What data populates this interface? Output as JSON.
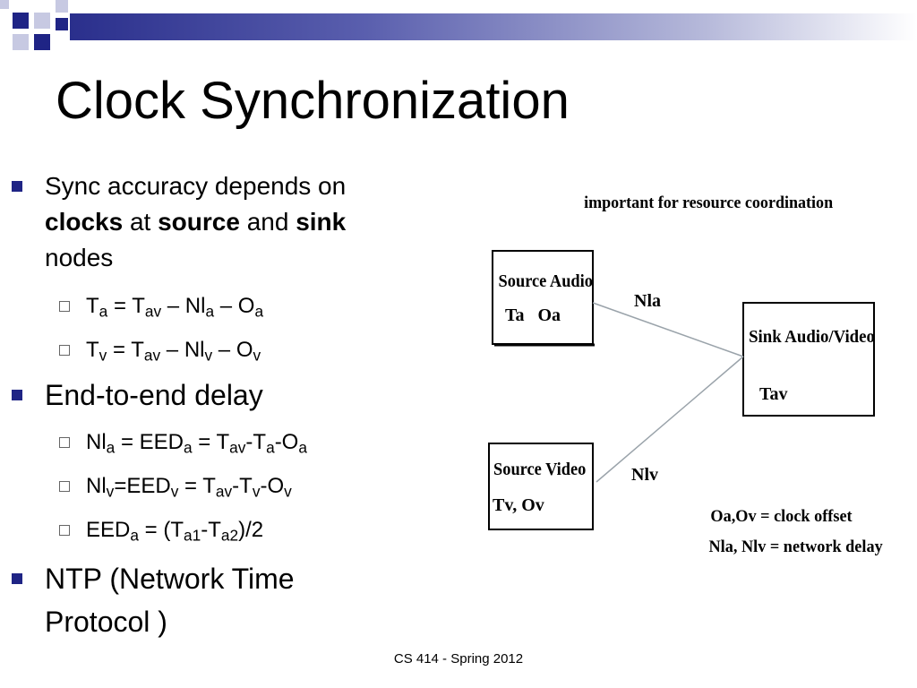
{
  "title": "Clock Synchronization",
  "bullets": {
    "b1": {
      "line1": "Sync accuracy depends on",
      "line2_clocks": "clocks",
      "line2_at": " at ",
      "line2_source": "source",
      "line2_and": " and ",
      "line2_sink": "sink",
      "line3": "nodes"
    },
    "s1": {
      "t": "T",
      "a": "a",
      "eq": " = T",
      "av": "av",
      "dash1": " – Nl",
      "a2": "a",
      "dash2": " – O",
      "a3": "a"
    },
    "s2": {
      "t": "T",
      "v": "v",
      "eq": " = T",
      "av": "av",
      "dash1": " – Nl",
      "v2": "v",
      "dash2": " – O",
      "v3": "v"
    },
    "b2": "End-to-end delay",
    "s3": {
      "nl": "Nl",
      "a": "a",
      "eq": " = EED",
      "a2": "a",
      "eq2": " = T",
      "av": "av",
      "m1": "-T",
      "a3": "a",
      "m2": "-O",
      "a4": "a"
    },
    "s4": {
      "nl": "Nl",
      "v": "v",
      "eq": "=EED",
      "v2": "v",
      "eq2": " = T",
      "av": "av",
      "m1": "-T",
      "v3": "v",
      "m2": "-O",
      "v4": "v"
    },
    "s5": {
      "eed": "EED",
      "a": "a",
      "eq": " = (T",
      "a1": "a1",
      "m": "-T",
      "a2": "a2",
      "end": ")/2"
    },
    "b3_line1": "NTP (Network Time",
    "b3_line2": "Protocol )"
  },
  "diagram": {
    "caption": "important for resource coordination",
    "source_audio_line1": "Source Audio",
    "source_audio_line2": "Ta   Oa",
    "source_video_line1": "Source Video",
    "source_video_line2": "Tv, Ov",
    "sink_line1": "Sink Audio/Video",
    "sink_line2": "Tav",
    "label_nla": "Nla",
    "label_nlv": "Nlv",
    "legend1": "Oa,Ov = clock offset",
    "legend2": "Nla, Nlv = network delay"
  },
  "footer": "CS 414 - Spring 2012",
  "colors": {
    "accent": "#1f2485",
    "bar_dark": "#2a2f8c"
  }
}
